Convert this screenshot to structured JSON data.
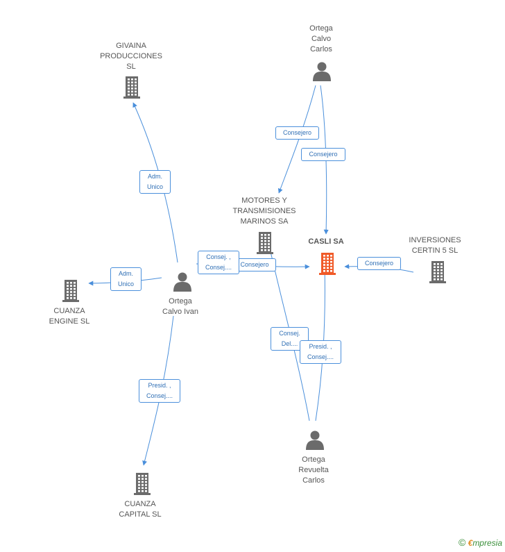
{
  "nodes": {
    "givaina": {
      "label": "GIVAINA\nPRODUCCIONES\nSL",
      "type": "company"
    },
    "ortega_calvo_carlos": {
      "label": "Ortega\nCalvo\nCarlos",
      "type": "person"
    },
    "motores": {
      "label": "MOTORES Y\nTRANSMISIONES\nMARINOS SA",
      "type": "company"
    },
    "casli": {
      "label": "CASLI SA",
      "type": "company-main"
    },
    "inversiones": {
      "label": "INVERSIONES\nCERTIN 5 SL",
      "type": "company"
    },
    "cuanza_engine": {
      "label": "CUANZA\nENGINE  SL",
      "type": "company"
    },
    "ortega_calvo_ivan": {
      "label": "Ortega\nCalvo Ivan",
      "type": "person"
    },
    "ortega_revuelta": {
      "label": "Ortega\nRevuelta\nCarlos",
      "type": "person"
    },
    "cuanza_capital": {
      "label": "CUANZA\nCAPITAL SL",
      "type": "company"
    }
  },
  "edges": {
    "e1": "Adm.\nUnico",
    "e2": "Consejero",
    "e3": "Consejero",
    "e4": "Consej. ,\nConsej....",
    "e5": "Consejero",
    "e6": "Consejero",
    "e7": "Adm.\nUnico",
    "e8": "Consej.\nDel....",
    "e9": "Presid. ,\nConsej....",
    "e10": "Presid. ,\nConsej...."
  },
  "colors": {
    "edge": "#4a8fdb",
    "icon": "#6b6b6b",
    "main_icon": "#f05a28"
  },
  "brand": {
    "copyright": "©",
    "e": "€",
    "rest": "mpresia"
  }
}
